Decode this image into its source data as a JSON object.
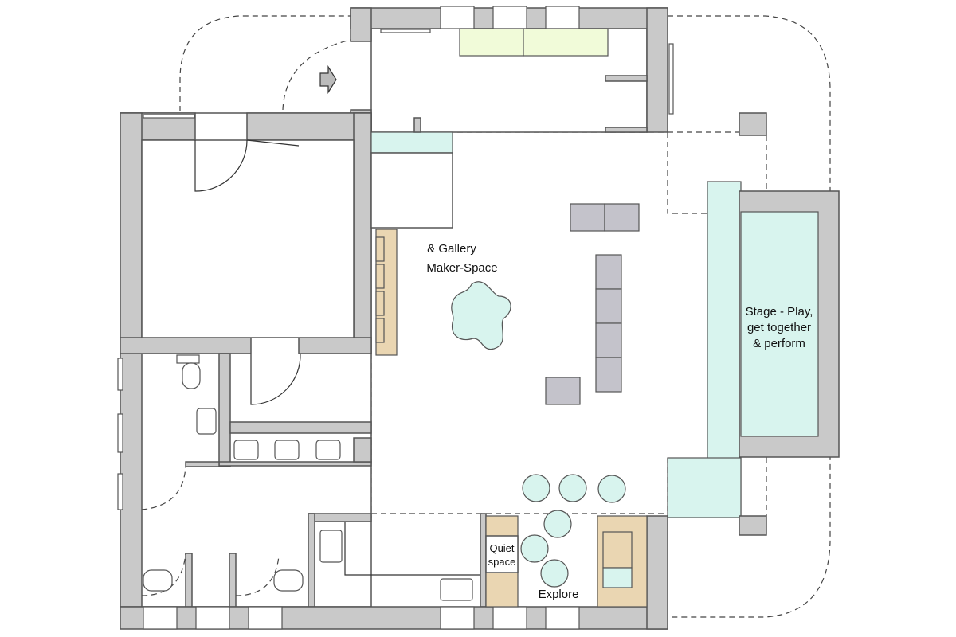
{
  "labels": {
    "gallery": "& Gallery",
    "maker_space": "Maker-Space",
    "stage_line1": "Stage - Play,",
    "stage_line2": "get together",
    "stage_line3": "& perform",
    "quiet_line1": "Quiet",
    "quiet_line2": "space",
    "explore": "Explore"
  },
  "colors": {
    "wall": "#c9c9c9",
    "mint": "#d8f4ee",
    "lime": "#f1fbd9",
    "tan": "#ead6b2",
    "furniture": "#c4c3cb"
  }
}
